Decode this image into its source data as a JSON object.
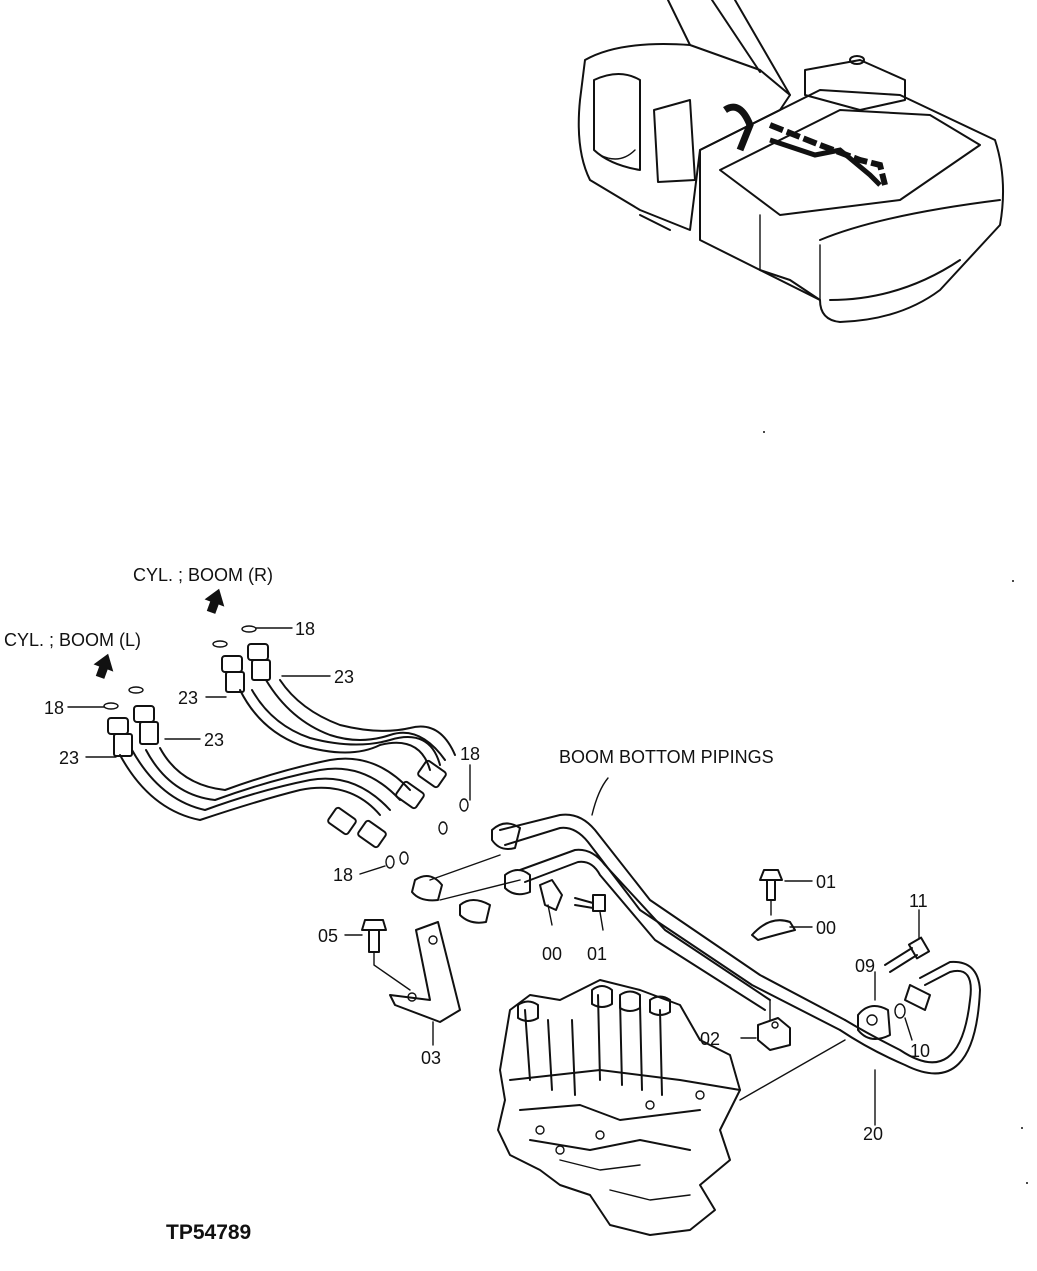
{
  "figure_id": "TP54789",
  "directions": {
    "boom_right": "CYL. ; BOOM (R)",
    "boom_left": "CYL. ; BOOM (L)"
  },
  "group_label": "BOOM BOTTOM PIPINGS",
  "callouts": {
    "c18_top": "18",
    "c23_top_right": "23",
    "c23_top_left": "23",
    "c18_left": "18",
    "c23_mid": "23",
    "c23_bottom_left": "23",
    "c18_center": "18",
    "c18_lower": "18",
    "c01_right": "01",
    "c00_right": "00",
    "c05": "05",
    "c00_left": "00",
    "c01_left": "01",
    "c11": "11",
    "c09": "09",
    "c02": "02",
    "c10": "10",
    "c03": "03",
    "c20": "20"
  },
  "icons": [
    "up-arrow-icon",
    "up-arrow-icon"
  ]
}
